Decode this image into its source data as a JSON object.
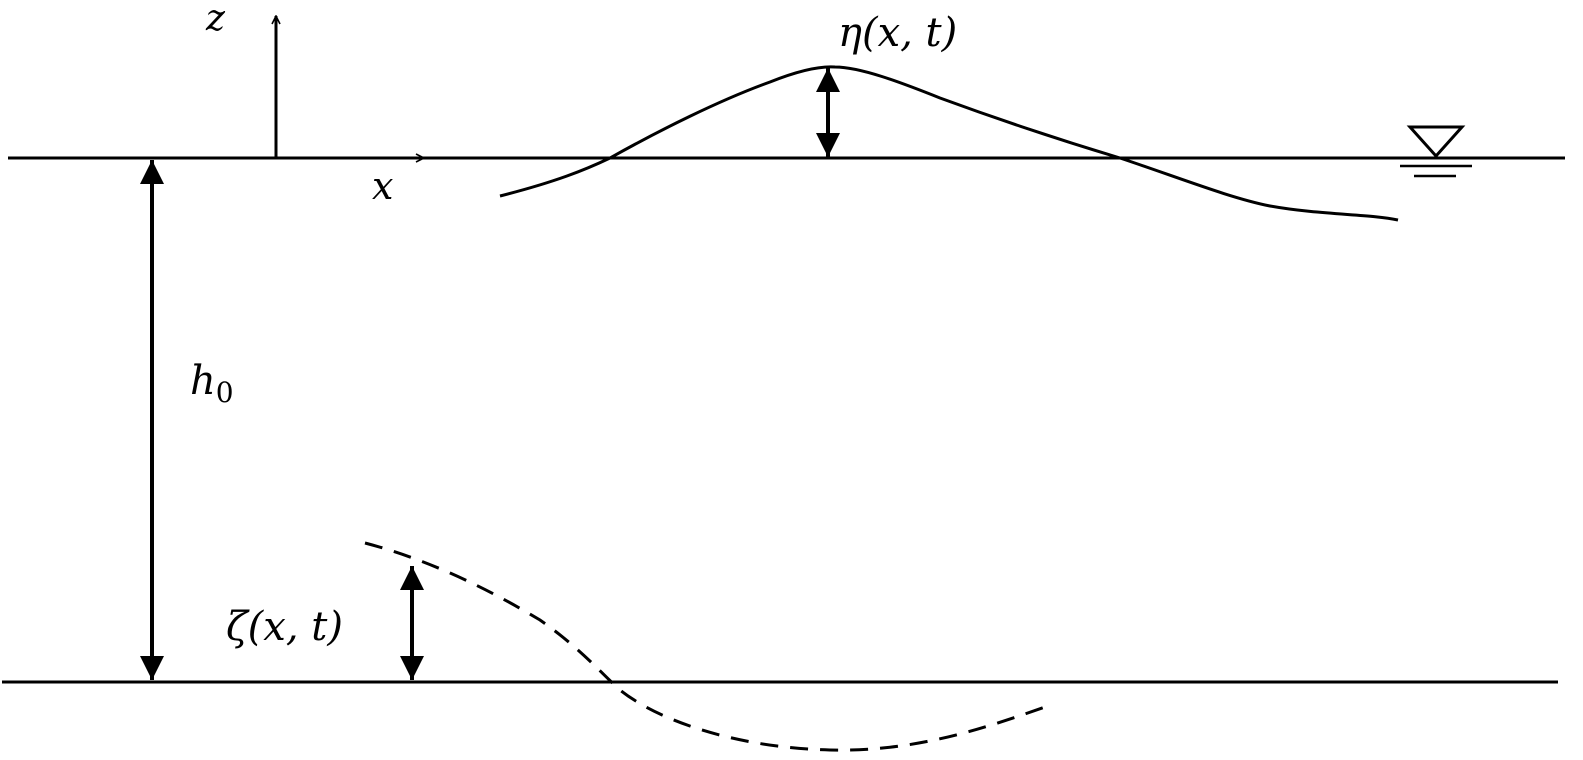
{
  "labels": {
    "z_axis": "z",
    "x_axis": "x",
    "surface_elevation": "η(x, t)",
    "depth_main": "h",
    "depth_sub": "0",
    "bottom_displacement": "ζ(x, t)"
  },
  "icons": {
    "water_level": "water-surface-triangle-icon"
  }
}
